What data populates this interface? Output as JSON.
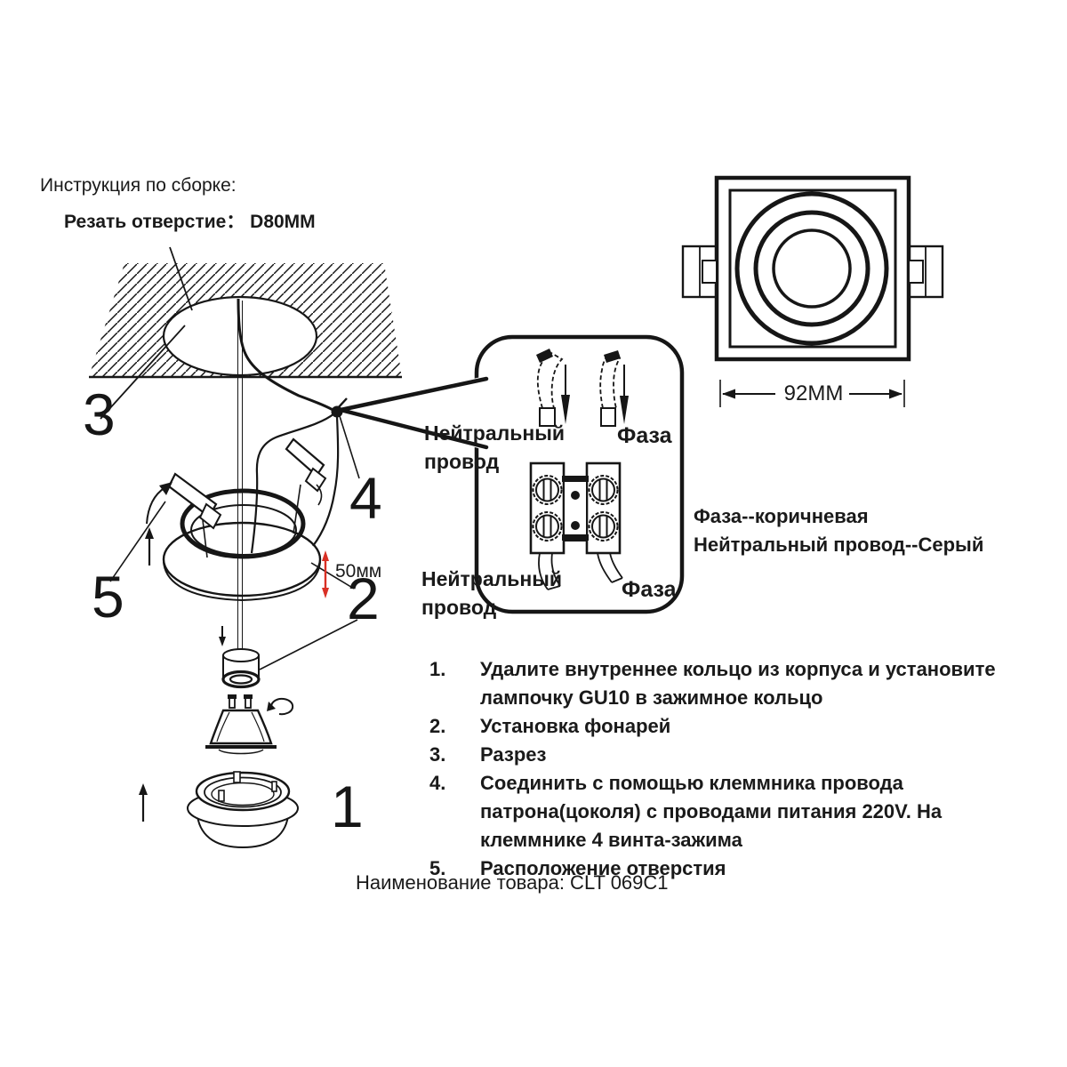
{
  "page": {
    "background": "#ffffff",
    "ink": "#1a1a1a",
    "accent_red": "#d93025"
  },
  "header": {
    "title": "Инструкция по сборке:",
    "subtitle": "Резать отверстие： D80MM"
  },
  "diagram": {
    "part_labels": {
      "part1": "1",
      "part2": "2",
      "part3": "3",
      "part4": "4",
      "part5": "5"
    },
    "dimensions": {
      "depth": "50мм",
      "width": "92MM"
    },
    "callout": {
      "neutral_top_line1": "Нейтральный",
      "neutral_top_line2": "провод",
      "phase_top": "Фаза",
      "neutral_bottom_line1": "Нейтральный",
      "neutral_bottom_line2": "провод",
      "phase_bottom": "Фаза"
    },
    "wiring_note": {
      "line1": "Фаза--коричневая",
      "line2": "Нейтральный провод--Серый"
    }
  },
  "instructions": {
    "items": [
      {
        "num": "1.",
        "lines": [
          "Удалите внутреннее кольцо из корпуса и установите",
          "лампочку GU10 в зажимное кольцо"
        ]
      },
      {
        "num": "2.",
        "lines": [
          "Установка фонарей"
        ]
      },
      {
        "num": "3.",
        "lines": [
          "Разрез"
        ]
      },
      {
        "num": "4.",
        "lines": [
          "Соединить с помощью клеммника провода",
          "патрона(цоколя) с проводами питания 220V. На",
          "клеммнике 4 винта-зажима"
        ]
      },
      {
        "num": "5.",
        "lines": [
          "Расположение отверстия"
        ]
      }
    ]
  },
  "footer": {
    "product_name": "Наименование товара: CLT 069C1"
  }
}
